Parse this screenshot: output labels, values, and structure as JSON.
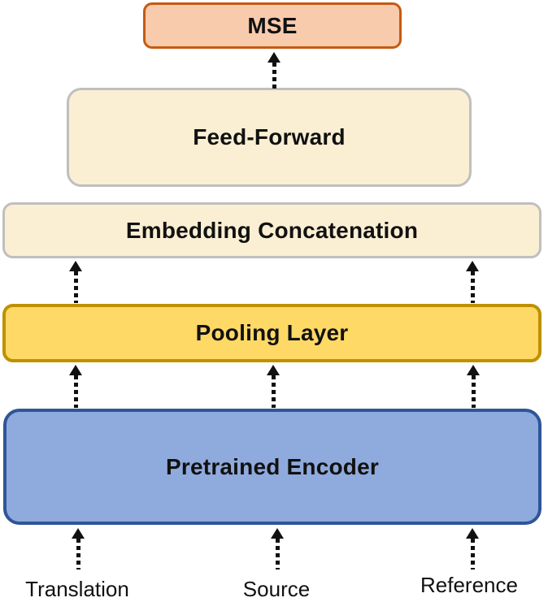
{
  "diagram": {
    "background": "#FFFFFF",
    "text_color": "#111111",
    "arrow_color": "#111111",
    "boxes": [
      {
        "id": "mse",
        "label": "MSE",
        "fill": "#F8CBAD",
        "border": "#C55A11"
      },
      {
        "id": "feed-forward",
        "label": "Feed-Forward",
        "fill": "#FBEFD3",
        "border": "#BFBFBF"
      },
      {
        "id": "embedding-concatenation",
        "label": "Embedding Concatenation",
        "fill": "#FBEFD3",
        "border": "#BFBFBF"
      },
      {
        "id": "pooling-layer",
        "label": "Pooling Layer",
        "fill": "#FFD966",
        "border": "#BF9000"
      },
      {
        "id": "pretrained-encoder",
        "label": "Pretrained Encoder",
        "fill": "#8FAADC",
        "border": "#2F5597"
      }
    ],
    "inputs": [
      {
        "label": "Translation"
      },
      {
        "label": "Source"
      },
      {
        "label": "Reference"
      }
    ]
  }
}
